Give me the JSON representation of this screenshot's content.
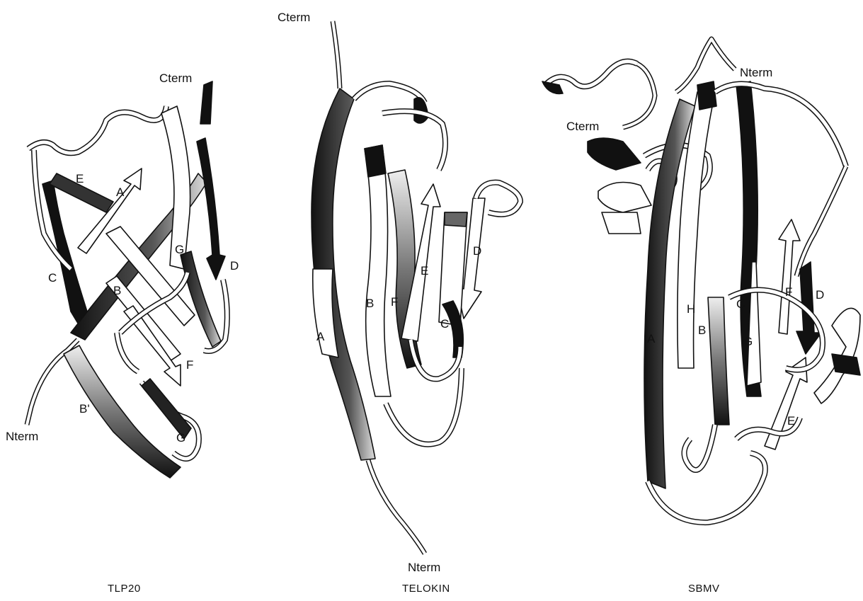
{
  "panels": [
    {
      "title": "TLP20",
      "labels": {
        "cterm": "Cterm",
        "nterm": "Nterm",
        "A": "A",
        "B": "B",
        "B_prime": "B'",
        "C": "C",
        "D": "D",
        "E": "E",
        "F": "F",
        "G_upper": "G",
        "G_lower": "G"
      }
    },
    {
      "title": "TELOKIN",
      "labels": {
        "cterm": "Cterm",
        "nterm": "Nterm",
        "A": "A",
        "B": "B",
        "C": "C",
        "D": "D",
        "E": "E",
        "F": "F"
      }
    },
    {
      "title": "SBMV",
      "labels": {
        "cterm": "Cterm",
        "nterm": "Nterm",
        "A": "A",
        "B": "B",
        "C": "C",
        "D": "D",
        "E": "E",
        "F": "F",
        "G": "G",
        "H": "H"
      }
    }
  ],
  "colors": {
    "ink": "#111111",
    "strand_fill": "#ffffff",
    "shade": "#2a2a2a"
  }
}
